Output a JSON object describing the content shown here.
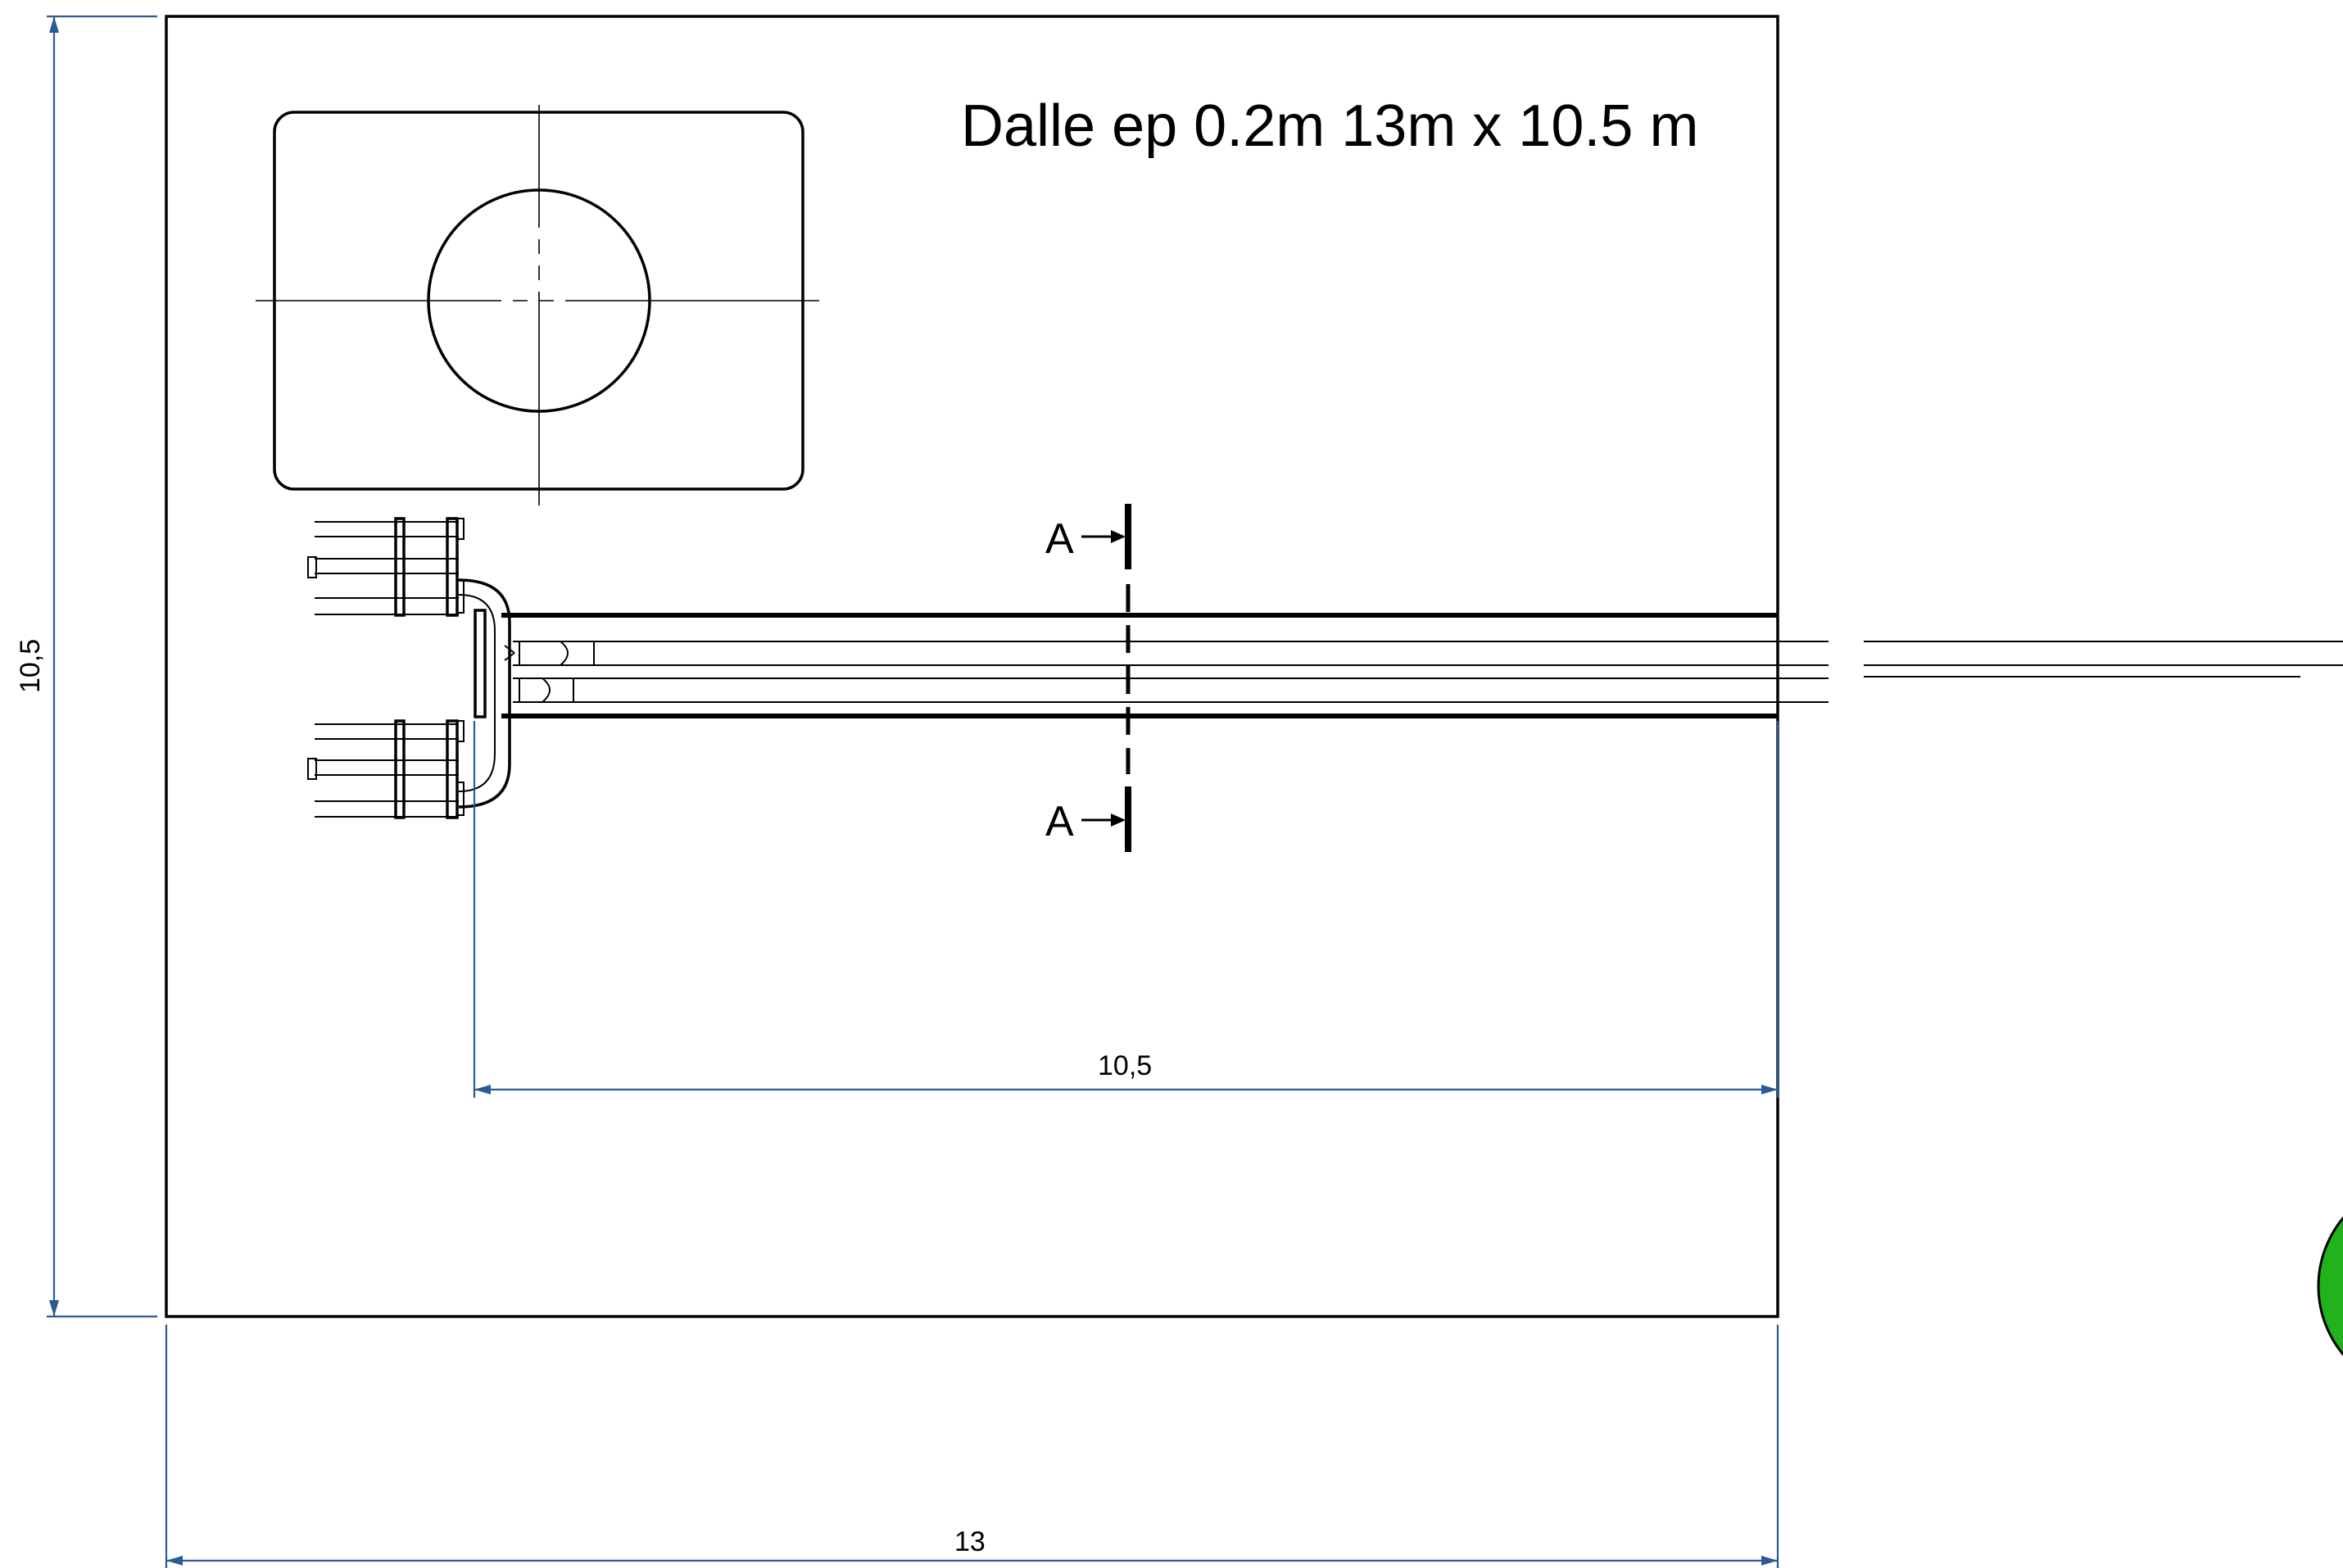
{
  "slab": {
    "title": "Dalle ep 0.2m 13m x 10.5 m"
  },
  "dimensions": {
    "width_label": "13",
    "height_label": "10,5",
    "pipe_run_label": "10,5"
  },
  "section_marker": {
    "top_label": "A",
    "bottom_label": "A"
  },
  "colors": {
    "line": "#000000",
    "dimension": "#2b5a94",
    "indicator_fill": "#22b21c"
  }
}
